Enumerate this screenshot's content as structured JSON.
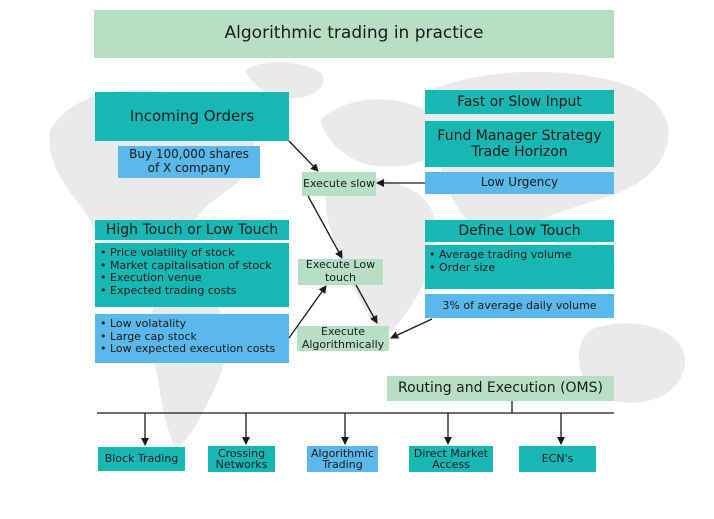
{
  "title": "Algorithmic trading in practice",
  "incoming_orders": {
    "heading": "Incoming Orders",
    "detail": "Buy 100,000 shares of X company"
  },
  "fast_slow": {
    "heading": "Fast or Slow Input",
    "strategy": "Fund Manager Strategy Trade Horizon",
    "urgency": "Low Urgency"
  },
  "high_low_touch": {
    "heading": "High Touch or Low Touch",
    "factors": [
      "Price volatility of stock",
      "Market capitalisation of stock",
      "Execution venue",
      "Expected trading costs"
    ],
    "conditions": [
      "Low volatality",
      "Large cap stock",
      "Low expected execution costs"
    ]
  },
  "define_low_touch": {
    "heading": "Define Low Touch",
    "items": [
      "Average trading volume",
      "Order size"
    ],
    "volume": "3% of average daily volume"
  },
  "execution_steps": {
    "slow": "Execute slow",
    "low_touch": "Execute Low touch",
    "algorithmic": "Execute Algorithmically"
  },
  "routing": "Routing and Execution (OMS)",
  "venues": [
    "Block Trading",
    "Crossing Networks",
    "Algorithmic Trading",
    "Direct Market Access",
    "ECN's"
  ],
  "colors": {
    "teal": "#17b8b4",
    "blue": "#5bb8ea",
    "mint": "#b7dfc4",
    "map": "#e9eaec"
  }
}
